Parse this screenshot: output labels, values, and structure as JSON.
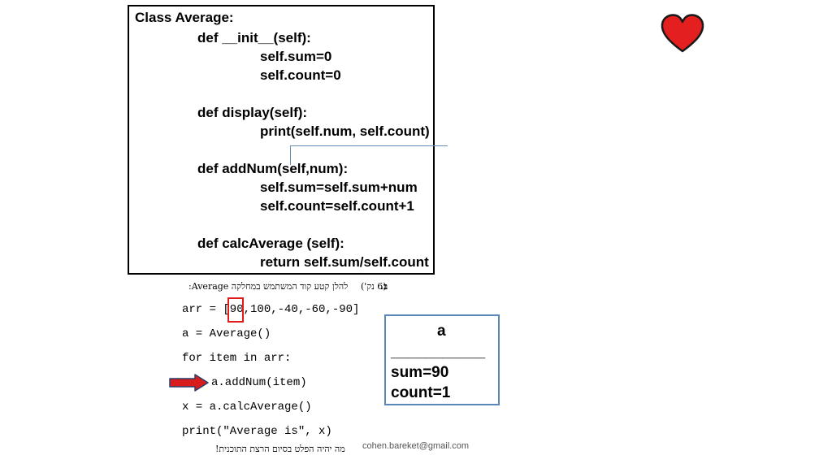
{
  "class_code": {
    "lines": [
      "Class Average:",
      "def __init__(self):",
      "self.sum=0",
      "self.count=0",
      "def display(self):",
      "print(self.num, self.count)",
      "def addNum(self,num):",
      "self.sum=self.sum+num",
      "self.count=self.count+1",
      "def calcAverage (self):",
      "return self.sum/self.count"
    ]
  },
  "question": {
    "points": "(6 נק')",
    "letter": "ב.",
    "text": "להלן קטע קוד המשתמש במחלקה Average:"
  },
  "program": {
    "lines": [
      "arr = [90,100,-40,-60,-90]",
      "a = Average()",
      "for item in arr:",
      "a.addNum(item)",
      "x = a.calcAverage()",
      "print(\"Average is\", x)"
    ]
  },
  "footer_question": "מה יהיה הפלט בסיום הרצת התוכנית!",
  "object_state": {
    "name": "a",
    "divider": "___________",
    "fields": [
      "sum=90",
      "count=1"
    ]
  },
  "email": "cohen.bareket@gmail.com",
  "colors": {
    "highlight_red": "#e01b1b",
    "arrow_red": "#d81b1b",
    "object_border": "#5b87b8",
    "heart": "#e41f1f"
  },
  "icons": {
    "heart": "heart-icon",
    "arrow": "arrow-right-icon"
  }
}
